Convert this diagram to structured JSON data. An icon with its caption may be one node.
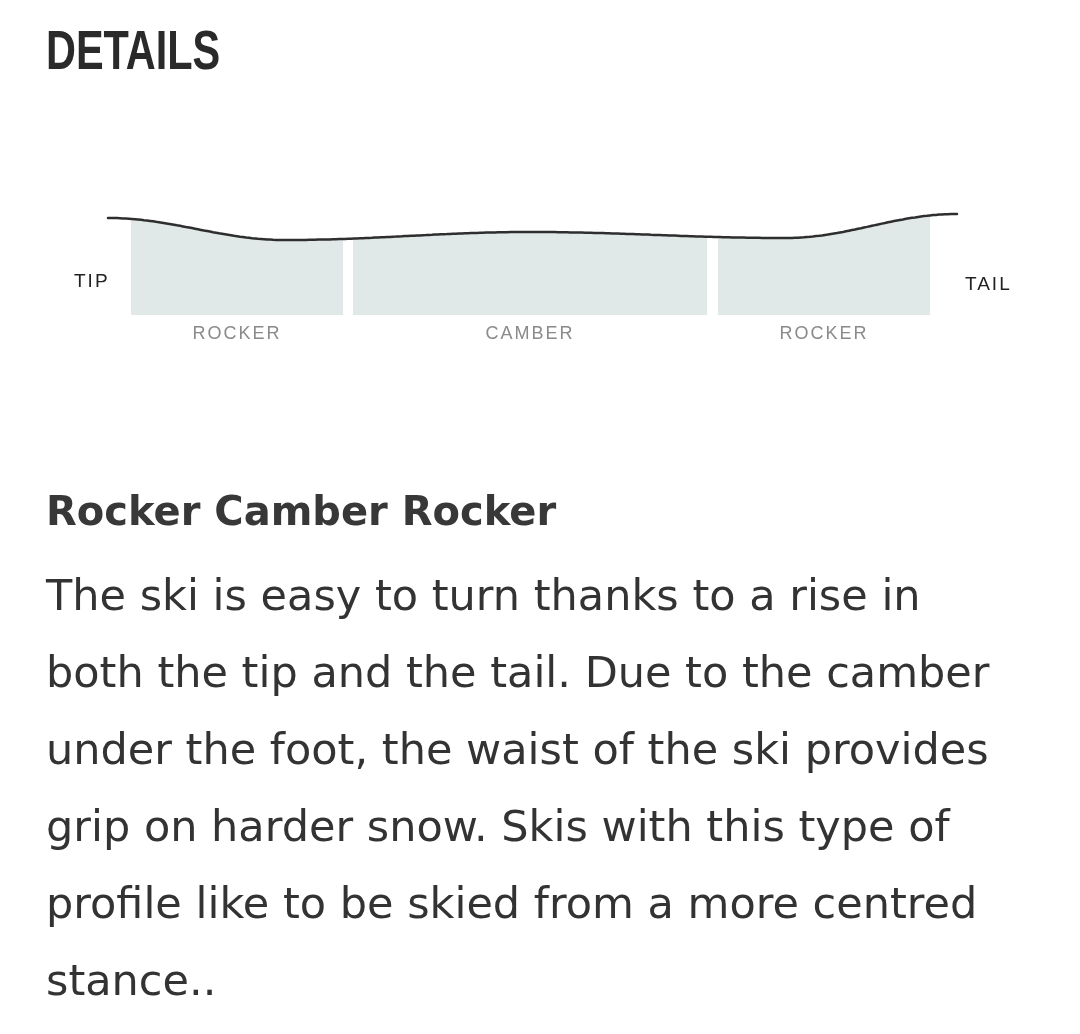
{
  "diagram": {
    "title": "DETAILS",
    "nodes": [
      {
        "text": [
          "ROCKER"
        ]
      },
      {
        "text": [
          "CAMBER"
        ]
      },
      {
        "text": [
          "ROCKER"
        ]
      }
    ],
    "labels": [
      "TIP",
      "TAIL",
      "Rocker Camber Rocker",
      "The ski is easy to turn thanks to a rise in both the tip and the tail. Due to the camber under the foot, the waist of the ski provides grip on harder snow. Skis with this type of profile like to be skied from a more centred stance.."
    ]
  }
}
